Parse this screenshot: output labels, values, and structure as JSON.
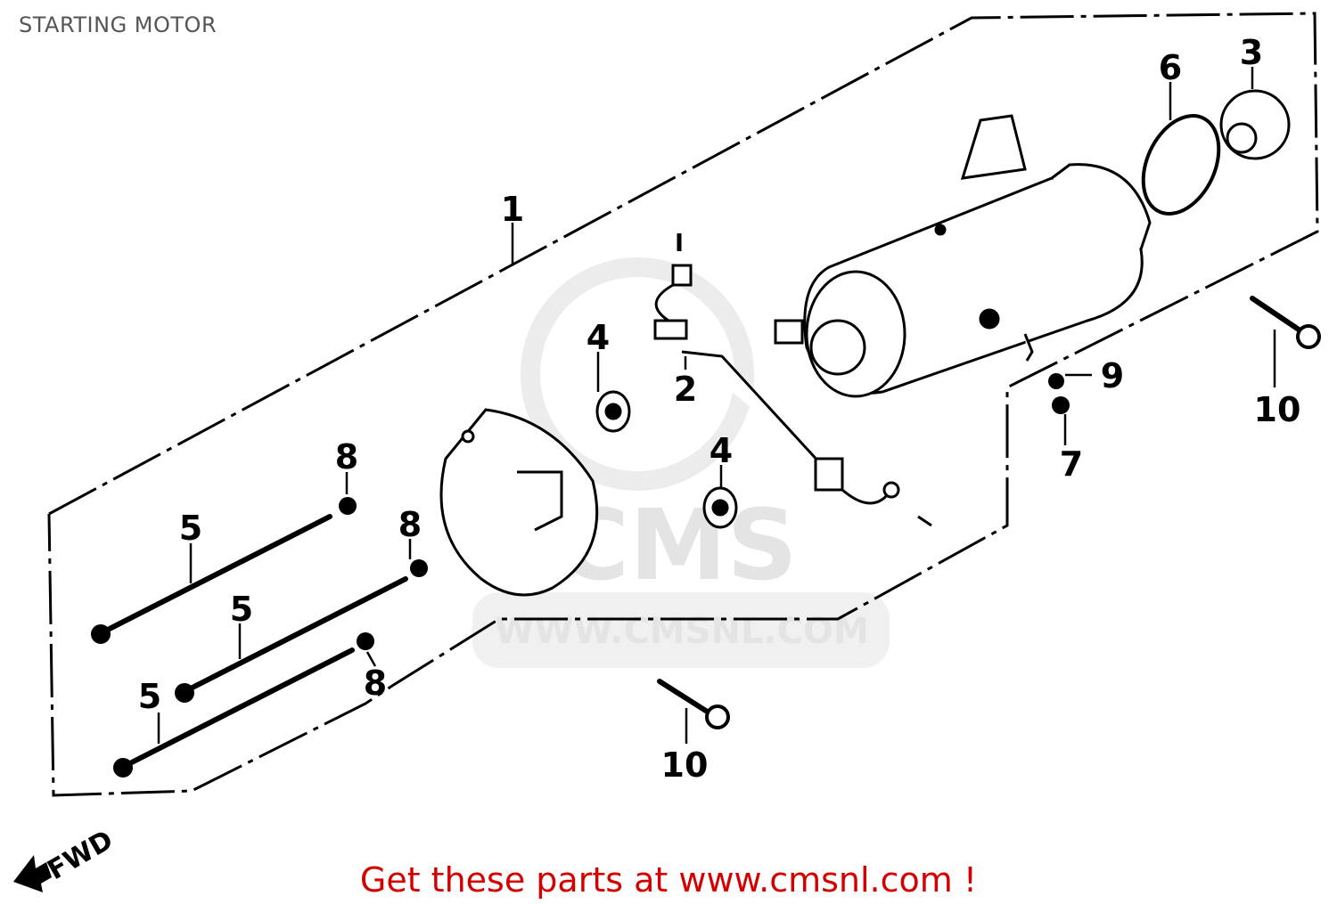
{
  "title": "STARTING MOTOR",
  "footer": "Get these parts at www.cmsnl.com !",
  "watermark": {
    "logo": "CMS",
    "url": "WWW.CMSNL.COM"
  },
  "direction_label": "FWD",
  "callouts": [
    "1",
    "2",
    "3",
    "4",
    "4",
    "5",
    "5",
    "5",
    "6",
    "7",
    "8",
    "8",
    "8",
    "9",
    "10",
    "10"
  ],
  "colors": {
    "footer": "#d40000",
    "title": "#555555",
    "watermark": "#e4e4e4"
  }
}
